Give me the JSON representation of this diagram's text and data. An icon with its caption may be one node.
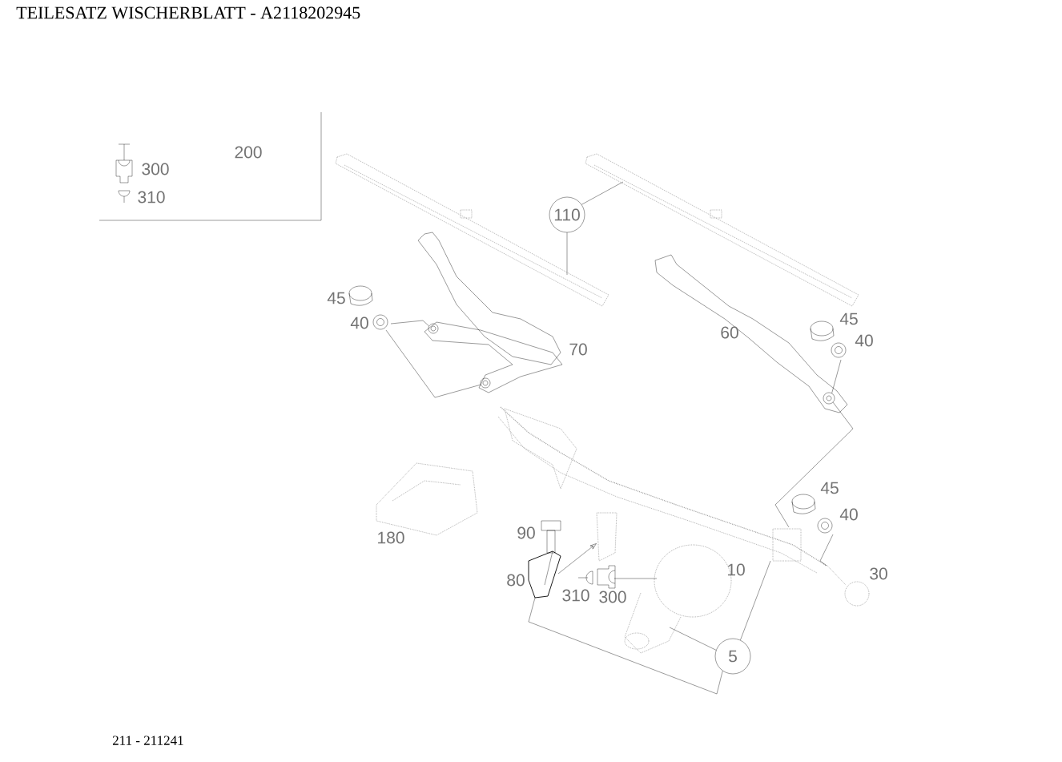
{
  "diagram": {
    "title": "TEILESATZ WISCHERBLATT  - A2118202945",
    "caption": "211 - 211241",
    "nodes": [
      {
        "text": [
          "110"
        ]
      },
      {
        "text": [],
        "shape": "picture"
      },
      {
        "text": [],
        "shape": "picture"
      },
      {
        "text": [],
        "shape": "circle"
      },
      {
        "text": [],
        "shape": "circle"
      },
      {
        "text": [],
        "shape": "picture"
      },
      {
        "text": [],
        "shape": "circle"
      },
      {
        "text": [],
        "shape": "picture"
      },
      {
        "text": [],
        "shape": "picture"
      },
      {
        "text": [],
        "shape": "picture"
      },
      {
        "text": [],
        "shape": "picture"
      },
      {
        "text": [],
        "shape": "picture"
      },
      {
        "text": [],
        "shape": "picture"
      },
      {
        "text": [
          "5"
        ]
      }
    ],
    "edges": [
      {
        "from": 0,
        "to": 2,
        "arrow": "none"
      },
      {
        "from": 0,
        "to": 1,
        "arrow": "none"
      },
      {
        "from": 5,
        "to": 3,
        "arrow": "none"
      },
      {
        "from": 5,
        "to": 4,
        "arrow": "none"
      },
      {
        "from": 7,
        "to": 6,
        "arrow": "none"
      },
      {
        "from": 6,
        "to": 8,
        "arrow": "none"
      },
      {
        "from": 9,
        "to": 8,
        "arrow": "none"
      },
      {
        "from": 11,
        "to": 10,
        "arrow": "none"
      },
      {
        "from": 12,
        "to": 8,
        "arrow": "to"
      },
      {
        "from": 13,
        "to": 12,
        "arrow": "none"
      },
      {
        "from": 13,
        "to": 10,
        "arrow": "none"
      },
      {
        "from": 13,
        "to": 8,
        "arrow": "none"
      }
    ],
    "labels": [
      "200",
      "300",
      "310",
      "45",
      "40",
      "70",
      "60",
      "45",
      "40",
      "45",
      "40",
      "180",
      "90",
      "10",
      "80",
      "30",
      "310",
      "300"
    ]
  }
}
